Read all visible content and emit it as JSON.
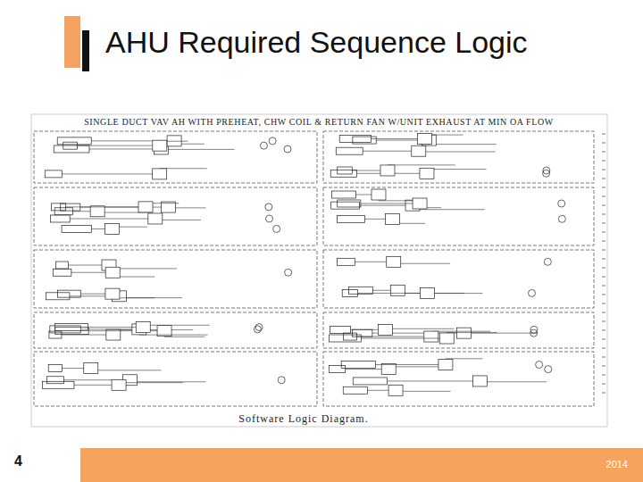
{
  "diagram": {
    "title": "AHU Required Sequence Logic",
    "labels": [
      "SINGLE DUCT VAV AH WITH PREHEAT, CHW COIL & RETURN FAN W/UNIT EXHAUST AT MIN OA FLOW",
      "Software Logic Diagram.",
      "4",
      "2014"
    ]
  }
}
